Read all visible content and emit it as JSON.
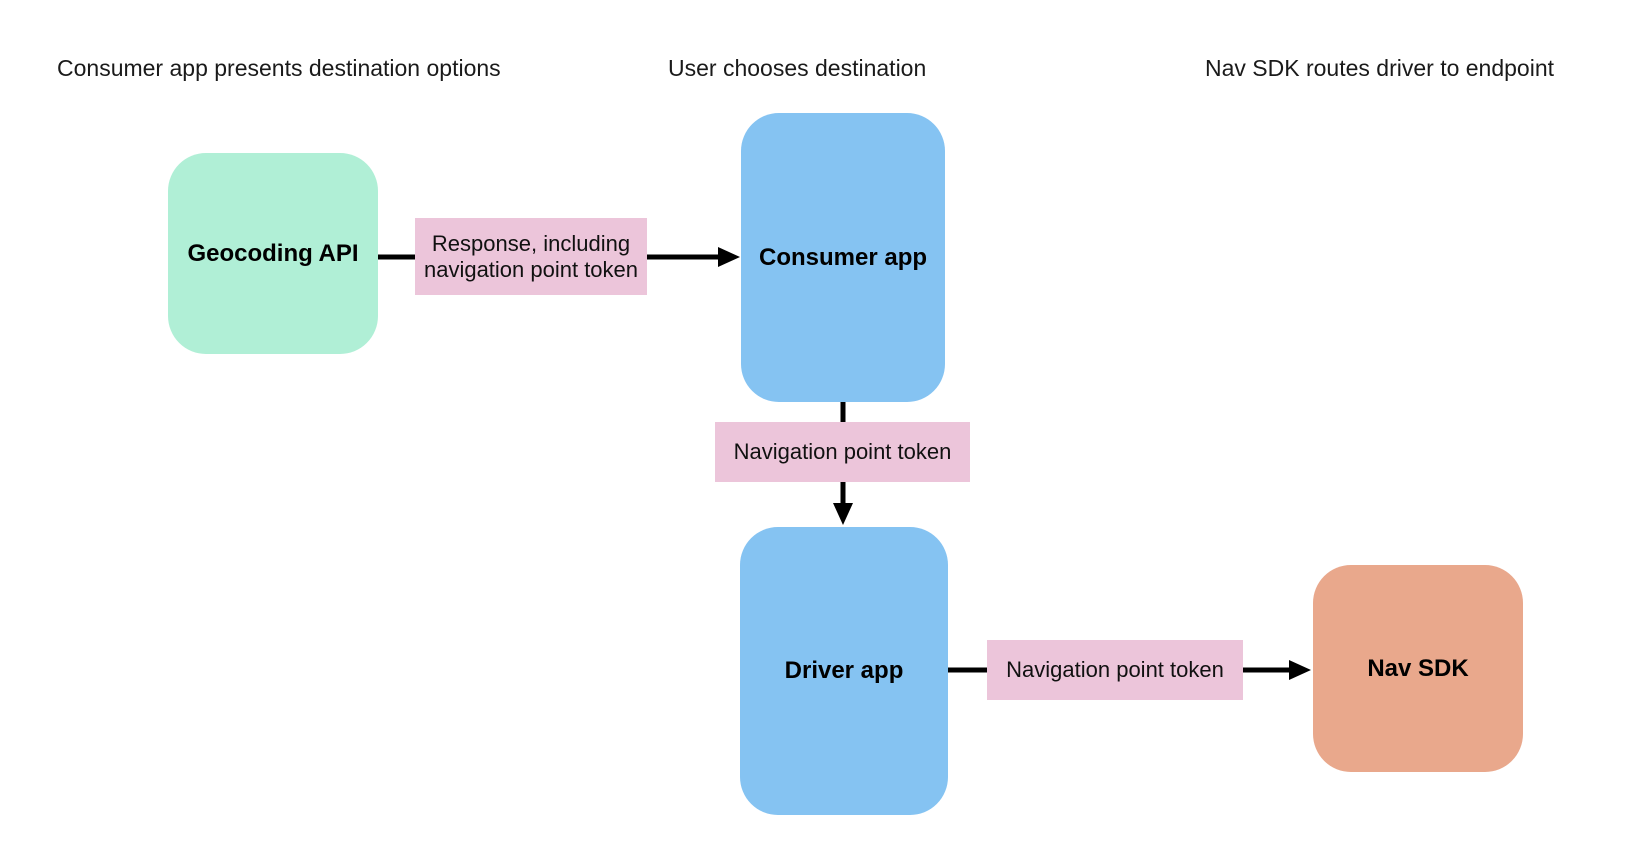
{
  "diagram": {
    "lanes": [
      {
        "header": "Consumer app presents destination options"
      },
      {
        "header": "User chooses destination"
      },
      {
        "header": "Nav SDK routes driver to endpoint"
      }
    ],
    "nodes": [
      {
        "id": "geocoding-api",
        "label": "Geocoding API",
        "color": "#b0efd6"
      },
      {
        "id": "consumer-app",
        "label": "Consumer app",
        "color": "#85c3f2"
      },
      {
        "id": "driver-app",
        "label": "Driver app",
        "color": "#85c3f2"
      },
      {
        "id": "nav-sdk",
        "label": "Nav SDK",
        "color": "#e9a88c"
      }
    ],
    "edges": [
      {
        "from": "geocoding-api",
        "to": "consumer-app",
        "label": "Response, including navigation point token"
      },
      {
        "from": "consumer-app",
        "to": "driver-app",
        "label": "Navigation point token"
      },
      {
        "from": "driver-app",
        "to": "nav-sdk",
        "label": "Navigation point token"
      }
    ],
    "colors": {
      "background": "#ffffff",
      "node_green": "#b0efd6",
      "node_blue": "#85c3f2",
      "node_salmon": "#e9a88c",
      "edge_label_bg": "#ecc5da",
      "arrow": "#000000",
      "header_text": "#1a1a1a",
      "node_text": "#000000"
    }
  }
}
